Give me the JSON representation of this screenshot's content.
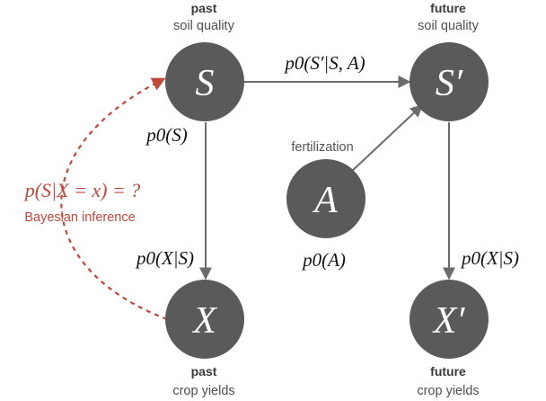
{
  "nodes": {
    "S": {
      "letter": "S",
      "top_caption": "past",
      "sub_caption": "soil quality"
    },
    "S_prime": {
      "letter": "S′",
      "top_caption": "future",
      "sub_caption": "soil quality"
    },
    "A": {
      "letter": "A",
      "caption": "fertilization"
    },
    "X": {
      "letter": "X",
      "bottom_caption": "past",
      "sub_caption": "crop yields"
    },
    "X_prime": {
      "letter": "X′",
      "bottom_caption": "future",
      "sub_caption": "crop yields"
    }
  },
  "edges": {
    "S_to_S_prime": "p0(S′|S, A)",
    "S_prior": "p0(S)",
    "S_to_X": "p0(X|S)",
    "A_prior": "p0(A)",
    "S_prime_to_X_prime": "p0(X|S)"
  },
  "inference": {
    "formula": "p(S|X = x) = ?",
    "label": "Bayesian inference"
  },
  "colors": {
    "node_fill": "#5a5a5a",
    "arrow": "#6b6b6b",
    "inference_accent": "#c0473a"
  }
}
